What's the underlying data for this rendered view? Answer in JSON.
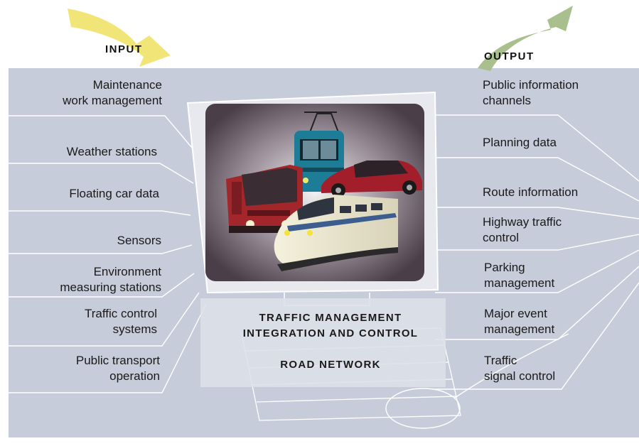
{
  "arrows": {
    "input_label": "INPUT",
    "output_label": "OUTPUT"
  },
  "inputs": [
    {
      "id": "maintenance",
      "label": "Maintenance\nwork management"
    },
    {
      "id": "weather",
      "label": "Weather stations"
    },
    {
      "id": "floating-car",
      "label": "Floating car data"
    },
    {
      "id": "sensors",
      "label": "Sensors"
    },
    {
      "id": "environment",
      "label": "Environment\nmeasuring stations"
    },
    {
      "id": "traffic-control-systems",
      "label": "Traffic control\nsystems"
    },
    {
      "id": "public-transport",
      "label": "Public transport\noperation"
    }
  ],
  "outputs": [
    {
      "id": "public-info",
      "label": "Public information\nchannels"
    },
    {
      "id": "planning",
      "label": "Planning data"
    },
    {
      "id": "route",
      "label": "Route information"
    },
    {
      "id": "highway",
      "label": "Highway traffic\ncontrol"
    },
    {
      "id": "parking",
      "label": "Parking\nmanagement"
    },
    {
      "id": "major-event",
      "label": "Major event\nmanagement"
    },
    {
      "id": "signal",
      "label": "Traffic\nsignal control"
    }
  ],
  "center": {
    "title_line1": "TRAFFIC MANAGEMENT",
    "title_line2": "INTEGRATION AND CONTROL",
    "subtitle": "ROAD NETWORK"
  },
  "colors": {
    "panel": "#c6ccd9",
    "input_arrow": "#f1e577",
    "output_arrow": "#a9c08e",
    "connector": "#ffffff"
  }
}
